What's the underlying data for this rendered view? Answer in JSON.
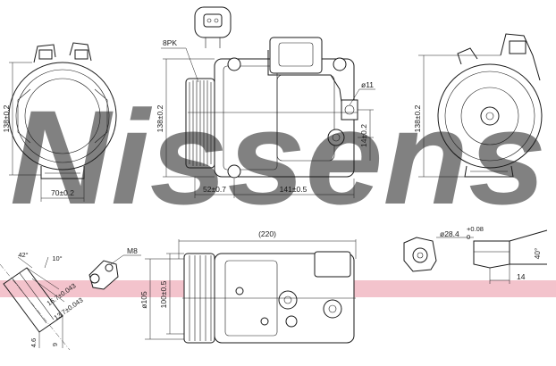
{
  "brand": {
    "watermark_text": "Nissens",
    "watermark_color": "#a7c8e4",
    "stripe_color": "#f3c3cc"
  },
  "labels": {
    "belt_profile": "8PK",
    "m8": "M8",
    "overall_length": "(220)"
  },
  "dimensions": {
    "front_height": "138±0.2",
    "front_width": "70±0.2",
    "side_height": "138±0.2",
    "hole": "ø11",
    "offset_52": "52±0.7",
    "length_141": "141±0.5",
    "offset_14": "14±0.2",
    "rear_height": "138±0.2",
    "diameter_105": "ø105",
    "offset_100": "100±0.5",
    "port_diameter": "ø28.4",
    "port_tol_upper": "+0.08",
    "port_tol_lower": "0",
    "angle_42": "42°",
    "angle_10": "10°",
    "dim_16_7": "16.7±0.043",
    "dim_13_7": "13.7±0.043",
    "dim_4_6": "4.6",
    "dim_9": "9",
    "angle_40": "40°",
    "dim_14_small": "14"
  }
}
